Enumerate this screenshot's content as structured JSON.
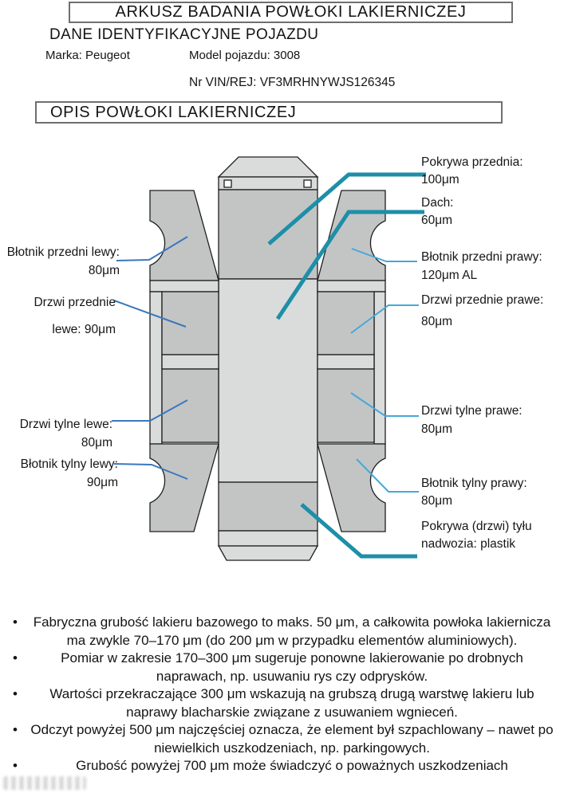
{
  "header": {
    "title": "ARKUSZ BADANIA POWŁOKI LAKIERNICZEJ",
    "section_vehicle": "DANE IDENTYFIKACYJNE POJAZDU",
    "brand": "Marka: Peugeot",
    "model": "Model pojazdu: 3008",
    "vin": "Nr VIN/REJ: VF3MRHNYWJS126345",
    "section_coating": "OPIS POWŁOKI LAKIERNICZEJ"
  },
  "diagram": {
    "labels_left": [
      {
        "line1": "Błotnik przedni lewy:",
        "line2": "80μm"
      },
      {
        "line1": "Drzwi przednie",
        "line2": "lewe: 90μm"
      },
      {
        "line1": "Drzwi tylne lewe:",
        "line2": "80μm"
      },
      {
        "line1": "Błotnik tylny lewy:",
        "line2": "90μm"
      }
    ],
    "labels_right": [
      {
        "line1": "Pokrywa przednia:",
        "line2": "100μm"
      },
      {
        "line1": "Dach:",
        "line2": "60μm"
      },
      {
        "line1": "Błotnik przedni prawy:",
        "line2": "120μm AL"
      },
      {
        "line1": "Drzwi przednie prawe:",
        "line2": "80μm"
      },
      {
        "line1": "Drzwi tylne prawe:",
        "line2": "80μm"
      },
      {
        "line1": "Błotnik tylny prawy:",
        "line2": "80μm"
      },
      {
        "line1": "Pokrywa (drzwi) tyłu",
        "line2": "nadwozia: plastik"
      }
    ],
    "colors": {
      "panel_dark": "#c3c5c5",
      "panel_light": "#dadbdb",
      "outline": "#1f1f1f",
      "callout_teal": "#1d8fa8",
      "callout_blue_left": "#3b78bb",
      "callout_blue_right": "#45a8d9"
    }
  },
  "notes": {
    "bullet": "•",
    "items": [
      "Fabryczna grubość lakieru bazowego to maks. 50 μm, a całkowita powłoka lakiernicza ma zwykle 70–170 μm (do 200 μm w przypadku elementów aluminiowych).",
      "Pomiar w zakresie 170–300 μm sugeruje ponowne lakierowanie po drobnych naprawach, np. usuwaniu rys czy odprysków.",
      "Wartości przekraczające 300 μm wskazują na grubszą drugą warstwę lakieru lub naprawy blacharskie związane z usuwaniem wgnieceń.",
      "Odczyt powyżej 500 μm najczęściej oznacza, że element był szpachlowany – nawet po niewielkich uszkodzeniach, np. parkingowych.",
      "Grubość powyżej 700 μm może świadczyć o poważnych uszkodzeniach"
    ]
  }
}
